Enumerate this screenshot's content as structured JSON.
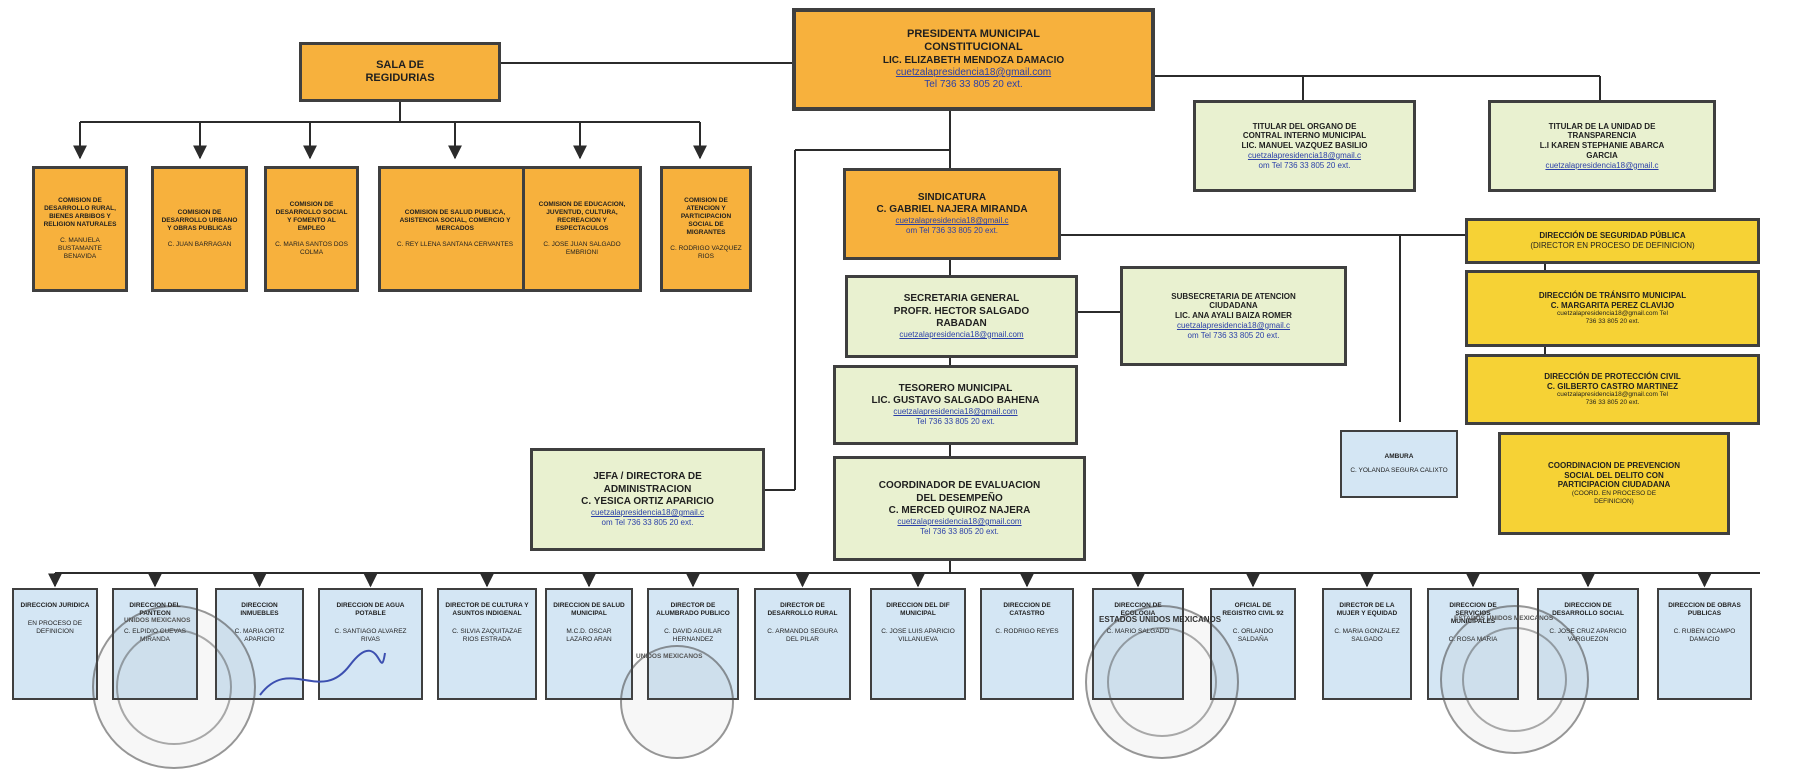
{
  "colors": {
    "orange": "#f7b13d",
    "yellow": "#f6d235",
    "green": "#e9f1d0",
    "blue": "#d4e6f4",
    "line": "#2b2b2b",
    "link": "#2a3fa8"
  },
  "top": {
    "l1": "PRESIDENTA MUNICIPAL",
    "l2": "CONSTITUCIONAL",
    "l3": "LIC. ELIZABETH MENDOZA DAMACIO",
    "email": "cuetzalapresidencia18@gmail.com",
    "tel": "Tel 736 33 805 20 ext."
  },
  "regidurias": {
    "l1": "SALA DE",
    "l2": "REGIDURIAS"
  },
  "comisiones": [
    {
      "title": "COMISION DE DESARROLLO RURAL, BIENES ARBIBOS Y RELIGION NATURALES",
      "name": "C. MANUELA BUSTAMANTE BENAVIDA"
    },
    {
      "title": "COMISION DE DESARROLLO URBANO Y OBRAS PUBLICAS",
      "name": "C. JUAN BARRAGAN"
    },
    {
      "title": "COMISION DE DESARROLLO SOCIAL Y FOMENTO AL EMPLEO",
      "name": "C. MARIA SANTOS DOS COLMA"
    },
    {
      "title": "COMISION DE SALUD PUBLICA, ASISTENCIA SOCIAL, COMERCIO Y MERCADOS",
      "name": "C. REY LLENA SANTANA CERVANTES"
    },
    {
      "title": "COMISION DE EDUCACION, JUVENTUD, CULTURA, RECREACION Y ESPECTACULOS",
      "name": "C. JOSE JUAN SALGADO EMBRIONI"
    },
    {
      "title": "COMISION DE ATENCION Y PARTICIPACION SOCIAL DE MIGRANTES",
      "name": "C. RODRIGO VAZQUEZ RIOS"
    }
  ],
  "organo": {
    "l1": "TITULAR DEL ORGANO DE",
    "l2": "CONTRAL INTERNO MUNICIPAL",
    "l3": "LIC. MANUEL VAZQUEZ BASILIO",
    "email": "cuetzalapresidencia18@gmail.c",
    "tel": "om Tel 736 33 805 20 ext."
  },
  "transparencia": {
    "l1": "TITULAR DE LA UNIDAD DE",
    "l2": "TRANSPARENCIA",
    "l3": "L.I KAREN STEPHANIE ABARCA",
    "l4": "GARCIA",
    "email": "cuetzalapresidencia18@gmail.c"
  },
  "sindicatura": {
    "l1": "SINDICATURA",
    "l2": "C. GABRIEL NAJERA MIRANDA",
    "email": "cuetzalapresidencia18@gmail.c",
    "tel": "om Tel 736 33 805 20 ext."
  },
  "secretaria": {
    "l1": "SECRETARIA GENERAL",
    "l2": "PROFR. HECTOR SALGADO",
    "l3": "RABADAN",
    "email": "cuetzalapresidencia18@gmail.com"
  },
  "subsecretaria": {
    "l1": "SUBSECRETARIA DE ATENCION",
    "l2": "CIUDADANA",
    "l3": "LIC. ANA AYALI BAIZA ROMER",
    "email": "cuetzalapresidencia18@gmail.c",
    "tel": "om Tel 736 33 805 20 ext."
  },
  "tesorero": {
    "l1": "TESORERO MUNICIPAL",
    "l2": "LIC. GUSTAVO SALGADO BAHENA",
    "email": "cuetzalapresidencia18@gmail.com",
    "tel": "Tel 736 33 805 20 ext."
  },
  "coordinador": {
    "l1": "COORDINADOR DE EVALUACION",
    "l2": "DEL DESEMPEÑO",
    "l3": "C. MERCED QUIROZ NAJERA",
    "email": "cuetzalapresidencia18@gmail.com",
    "tel": "Tel 736 33 805 20 ext."
  },
  "jefa": {
    "l1": "JEFA / DIRECTORA DE",
    "l2": "ADMINISTRACION",
    "l3": "C. YESICA ORTIZ APARICIO",
    "email": "cuetzalapresidencia18@gmail.c",
    "tel": "om Tel 736 33 805 20 ext."
  },
  "seguridad": {
    "l1": "DIRECCIÓN DE SEGURIDAD PÚBLICA",
    "l2": "(DIRECTOR EN PROCESO DE DEFINICION)"
  },
  "transito": {
    "l1": "DIRECCIÓN DE TRÁNSITO MUNICIPAL",
    "l2": "C. MARGARITA PEREZ CLAVIJO",
    "email": "cuetzalapresidencia18@gmail.com Tel",
    "tel": "736 33 805 20 ext."
  },
  "proteccion": {
    "l1": "DIRECCIÓN DE PROTECCIÓN CIVIL",
    "l2": "C. GILBERTO CASTRO MARTINEZ",
    "email": "cuetzalapresidencia18@gmail.com Tel",
    "tel": "736 33 805 20 ext."
  },
  "prevencion": {
    "l1": "COORDINACION DE PREVENCION",
    "l2": "SOCIAL DEL DELITO CON",
    "l3": "PARTICIPACION CIUDADANA",
    "l4": "(COORD. EN PROCESO DE",
    "l5": "DEFINICION)"
  },
  "ambura": {
    "title": "AMBURA",
    "name": "C. YOLANDA SEGURA CALIXTO"
  },
  "direcciones": [
    {
      "title": "DIRECCION JURIDICA",
      "name": "EN PROCESO DE DEFINICION"
    },
    {
      "title": "DIRECCION DEL PANTEON",
      "name": "C. ELPIDIO CUEVAS MIRANDA"
    },
    {
      "title": "DIRECCION INMUEBLES",
      "name": "C. MARIA ORTIZ APARICIO"
    },
    {
      "title": "DIRECCION DE AGUA POTABLE",
      "name": "C. SANTIAGO ALVAREZ RIVAS"
    },
    {
      "title": "DIRECTOR DE CULTURA Y ASUNTOS INDIGENAL",
      "name": "C. SILVIA ZAQUITAZAE RIOS ESTRADA"
    },
    {
      "title": "DIRECCION DE SALUD MUNICIPAL",
      "name": "M.C.D. OSCAR LAZARO ARAN"
    },
    {
      "title": "DIRECTOR DE ALUMBRADO PUBLICO",
      "name": "C. DAVID AGUILAR HERNANDEZ"
    },
    {
      "title": "DIRECTOR DE DESARROLLO RURAL",
      "name": "C. ARMANDO SEGURA DEL PILAR"
    },
    {
      "title": "DIRECCION DEL DIF MUNICIPAL",
      "name": "C. JOSE LUIS APARICIO VILLANUEVA"
    },
    {
      "title": "DIRECCION DE CATASTRO",
      "name": "C. RODRIGO REYES"
    },
    {
      "title": "DIRECCION DE ECOLOGIA",
      "name": "C. MARIO SALGADO"
    },
    {
      "title": "OFICIAL DE REGISTRO CIVIL 92",
      "name": "C. ORLANDO SALDAÑA"
    },
    {
      "title": "DIRECTOR DE LA MUJER Y EQUIDAD",
      "name": "C. MARIA GONZALEZ SALGADO"
    },
    {
      "title": "DIRECCION DE SERVICIOS MUNICIPALES",
      "name": "C. ROSA MARIA"
    },
    {
      "title": "DIRECCION DE DESARROLLO SOCIAL",
      "name": "C. JOSE CRUZ APARICIO VARGUEZON"
    },
    {
      "title": "DIRECCION DE OBRAS PUBLICAS",
      "name": "C. RUBEN OCAMPO DAMACIO"
    }
  ],
  "seal_text": {
    "s1": "ESTADOS UNIDOS MEXICANOS",
    "s2": "ESTADOS UNIDOS MEXICANOS",
    "s3": "UNIDOS MEXICANOS",
    "s4": "UNIDOS MEXICANOS"
  }
}
